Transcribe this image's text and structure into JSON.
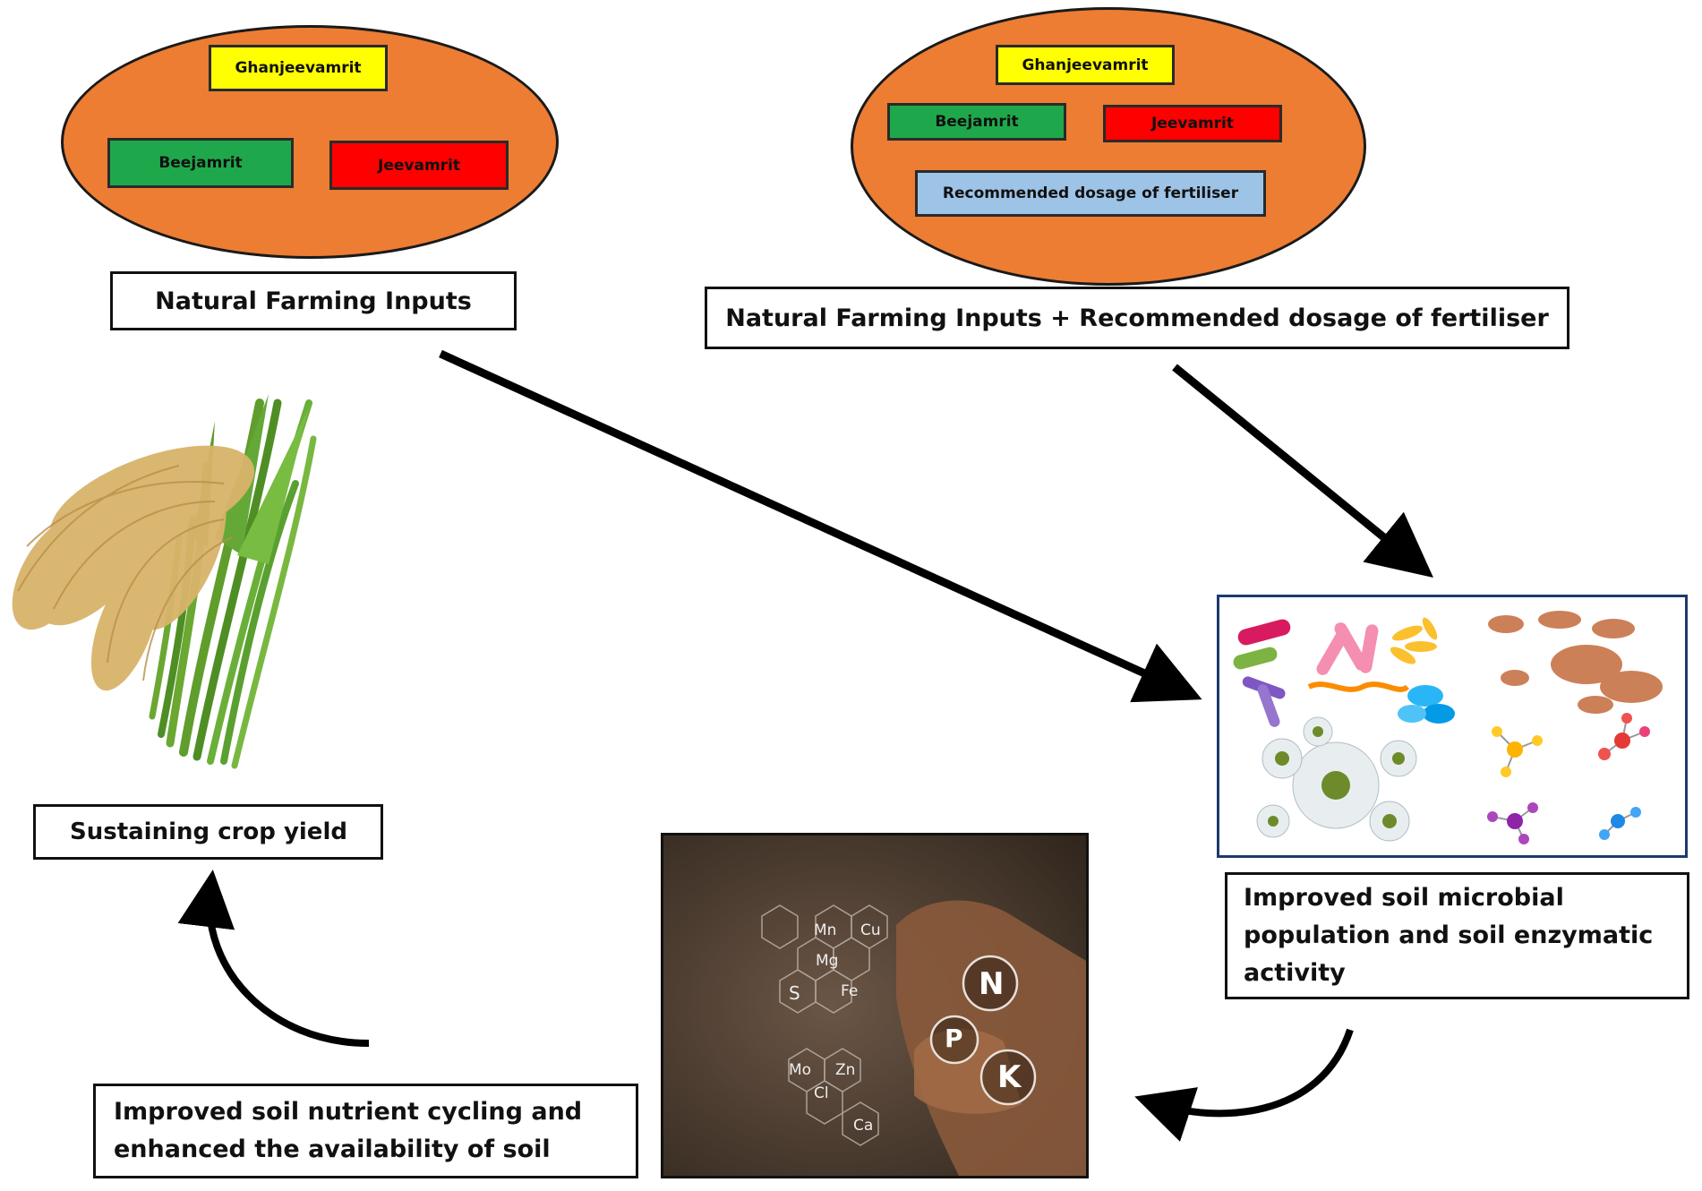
{
  "colors": {
    "ellipse_fill": "#ec7d33",
    "ghanjeevamrit": "#ffff00",
    "beejamrit": "#1fa84b",
    "jeevamrit": "#ff0000",
    "fertiliser": "#9dc3e6"
  },
  "left_group": {
    "chips": {
      "ghanjeevamrit": "Ghanjeevamrit",
      "beejamrit": "Beejamrit",
      "jeevamrit": "Jeevamrit"
    },
    "caption": "Natural Farming Inputs"
  },
  "right_group": {
    "chips": {
      "ghanjeevamrit": "Ghanjeevamrit",
      "beejamrit": "Beejamrit",
      "jeevamrit": "Jeevamrit",
      "fertiliser": "Recommended dosage of fertiliser"
    },
    "caption": "Natural Farming Inputs + Recommended dosage of fertiliser"
  },
  "crop": {
    "image": "rice-plant-illustration",
    "caption": "Sustaining crop yield"
  },
  "microbes": {
    "image": "soil-microbes-enzymes-collage",
    "caption": "Improved soil microbial population and soil enzymatic activity"
  },
  "soil": {
    "image": "soil-hands-nutrients-photo",
    "elements": [
      "Mn",
      "Cu",
      "Mg",
      "S",
      "Fe",
      "Mo",
      "Zn",
      "Cl",
      "Ca"
    ],
    "macro": [
      "N",
      "P",
      "K"
    ],
    "caption": "Improved soil nutrient cycling and enhanced the availability of soil"
  }
}
